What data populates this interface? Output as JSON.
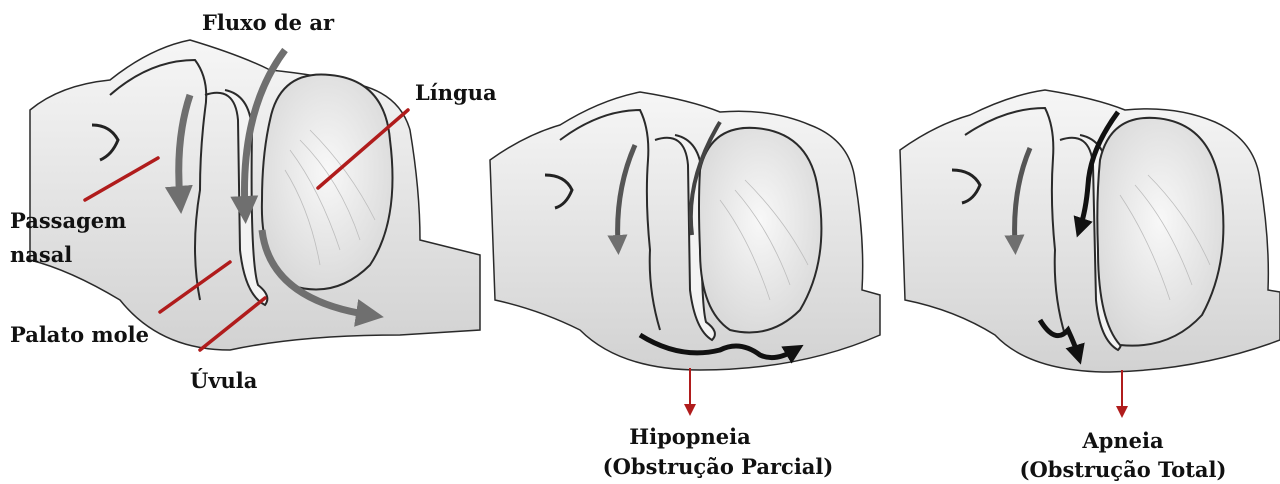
{
  "labels": {
    "airflow": "Fluxo de ar",
    "tongue": "Língua",
    "nasal_line1": "Passagem",
    "nasal_line2": "nasal",
    "soft_palate": "Palato mole",
    "uvula": "Úvula"
  },
  "panels": [
    {
      "id": "normal",
      "title": "",
      "subtitle": ""
    },
    {
      "id": "hypopnea",
      "title": "Hipopneia",
      "subtitle": "(Obstrução Parcial)"
    },
    {
      "id": "apnea",
      "title": "Apneia",
      "subtitle": "(Obstrução Total)"
    }
  ],
  "colors": {
    "leader_line": "#b01c1c",
    "outline": "#2a2a2a",
    "tissue_fill": "#ececec",
    "flow_arrow": "#6f6f6f",
    "obstructed_flow": "#111111"
  }
}
